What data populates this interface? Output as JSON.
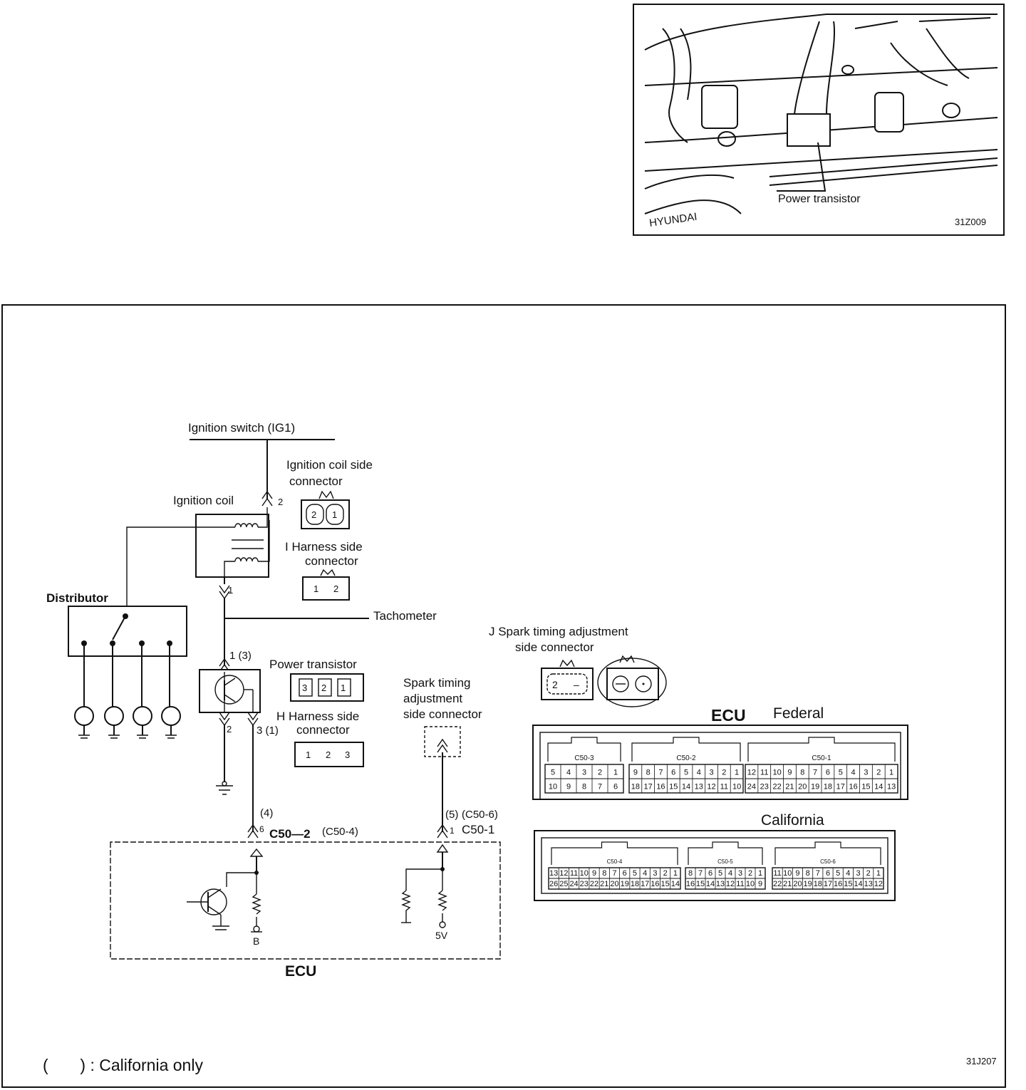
{
  "photo": {
    "callout": "Power  transistor",
    "figure_code": "31Z009",
    "brand": "HYUNDAI"
  },
  "schematic": {
    "ignition_switch": "Ignition  switch (IG1)",
    "ignition_coil_side_connector": [
      "Ignition  coil  side",
      "connector"
    ],
    "ignition_coil": "Ignition  coil",
    "harness_side_connector_i": [
      "I  Harness  side",
      "connector"
    ],
    "distributor": "Distributor",
    "tachometer": "Tachometer",
    "power_transistor": "Power  transistor",
    "harness_side_connector_h": [
      "H  Harness  side",
      "connector"
    ],
    "spark_timing_connector": [
      "Spark  timing",
      "adjustment",
      "side  connector"
    ],
    "j_connector": [
      "J  Spark  timing  adjustment",
      "side  connector"
    ],
    "ecu_label_bottom": "ECU",
    "b_label": "B",
    "five_v_label": "5V",
    "pins": {
      "coil_2": "2",
      "coil_1": "1",
      "pt_1_3": "1 (3)",
      "pt_2": "2",
      "pt_3_1": "3 (1)",
      "c50_4": "(4)",
      "c50_6": "6",
      "c50_2": "C50—2",
      "c50_4b": "(C50-4)",
      "c50_5": "(5)",
      "c50_6b": "(C50-6)",
      "c50_1_pin": "1",
      "c50_1": "C50-1"
    },
    "connector_pins": {
      "coil_side": [
        "2",
        "1"
      ],
      "harness_i": [
        "1",
        "2"
      ],
      "power_transistor": [
        "3",
        "2",
        "1"
      ],
      "harness_h": [
        "1",
        "2",
        "3"
      ],
      "j_side": [
        "2",
        "–"
      ]
    },
    "legend": "(       ) : California only",
    "figure_code": "31J207"
  },
  "ecu_connectors": {
    "title": "ECU",
    "federal_label": "Federal",
    "california_label": "California",
    "federal": [
      {
        "name": "C50-3",
        "top": [
          "5",
          "4",
          "3",
          "2",
          "1"
        ],
        "bottom": [
          "10",
          "9",
          "8",
          "7",
          "6"
        ]
      },
      {
        "name": "C50-2",
        "top": [
          "9",
          "8",
          "7",
          "6",
          "5",
          "4",
          "3",
          "2",
          "1"
        ],
        "bottom": [
          "18",
          "17",
          "16",
          "15",
          "14",
          "13",
          "12",
          "11",
          "10"
        ]
      },
      {
        "name": "C50-1",
        "top": [
          "12",
          "11",
          "10",
          "9",
          "8",
          "7",
          "6",
          "5",
          "4",
          "3",
          "2",
          "1"
        ],
        "bottom": [
          "24",
          "23",
          "22",
          "21",
          "20",
          "19",
          "18",
          "17",
          "16",
          "15",
          "14",
          "13"
        ]
      }
    ],
    "california": [
      {
        "name": "C50-4",
        "top": [
          "13",
          "12",
          "11",
          "10",
          "9",
          "8",
          "7",
          "6",
          "5",
          "4",
          "3",
          "2",
          "1"
        ],
        "bottom": [
          "26",
          "25",
          "24",
          "23",
          "22",
          "21",
          "20",
          "19",
          "18",
          "17",
          "16",
          "15",
          "14"
        ]
      },
      {
        "name": "C50-5",
        "top": [
          "8",
          "7",
          "6",
          "5",
          "4",
          "3",
          "2",
          "1"
        ],
        "bottom": [
          "16",
          "15",
          "14",
          "13",
          "12",
          "11",
          "10",
          "9"
        ]
      },
      {
        "name": "C50-6",
        "top": [
          "11",
          "10",
          "9",
          "8",
          "7",
          "6",
          "5",
          "4",
          "3",
          "2",
          "1"
        ],
        "bottom": [
          "22",
          "21",
          "20",
          "19",
          "18",
          "17",
          "16",
          "15",
          "14",
          "13",
          "12"
        ]
      }
    ]
  }
}
